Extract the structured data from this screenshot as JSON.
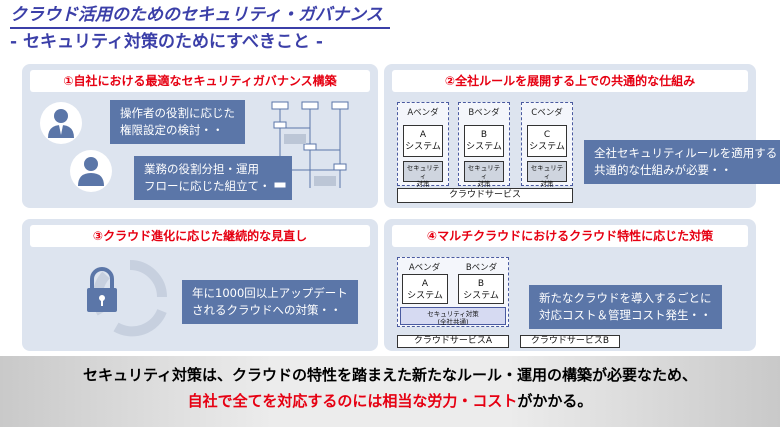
{
  "title": {
    "line1": "クラウド活用のためのセキュリティ・ガバナンス",
    "line2": "- セキュリティ対策のためにすべきこと -"
  },
  "q1": {
    "heading": "①自社における最適なセキュリティガバナンス構築",
    "bubble1_line1": "操作者の役割に応じた",
    "bubble1_line2": "権限設定の検討・・",
    "bubble2_line1": "業務の役割分担・運用",
    "bubble2_line2": "フローに応じた組立て・・"
  },
  "q2": {
    "heading": "②全社ルールを展開する上での共通的な仕組み",
    "vendors": [
      {
        "label": "Aベンダ",
        "sys_line1": "A",
        "sys_line2": "システム",
        "sec_line1": "セキュリティ",
        "sec_line2": "対策"
      },
      {
        "label": "Bベンダ",
        "sys_line1": "B",
        "sys_line2": "システム",
        "sec_line1": "セキュリティ",
        "sec_line2": "対策"
      },
      {
        "label": "Cベンダ",
        "sys_line1": "C",
        "sys_line2": "システム",
        "sec_line1": "セキュリティ",
        "sec_line2": "対策"
      }
    ],
    "cloud": "クラウドサービス",
    "bubble_line1": "全社セキュリティルールを適用する",
    "bubble_line2": "共通的な仕組みが必要・・"
  },
  "q3": {
    "heading": "③クラウド進化に応じた継続的な見直し",
    "bubble_line1": "年に1000回以上アップデート",
    "bubble_line2": "されるクラウドへの対策・・"
  },
  "q4": {
    "heading": "④マルチクラウドにおけるクラウド特性に応じた対策",
    "vendors": [
      {
        "label": "Aベンダ",
        "sys_line1": "A",
        "sys_line2": "システム"
      },
      {
        "label": "Bベンダ",
        "sys_line1": "B",
        "sys_line2": "システム"
      }
    ],
    "sec_line1": "セキュリティ対策",
    "sec_line2": "(全社共通)",
    "cloud_a": "クラウドサービスA",
    "cloud_b": "クラウドサービスB",
    "bubble_line1": "新たなクラウドを導入するごとに",
    "bubble_line2": "対応コスト＆管理コスト発生・・"
  },
  "bottom": {
    "line1": "セキュリティ対策は、クラウドの特性を踏まえた新たなルール・運用の構築が必要なため、",
    "line2_red": "自社で全てを対応するのには相当な労力・コスト",
    "line2_black": "がかかる。"
  },
  "colors": {
    "title": "#3b3fa8",
    "accent_red": "#e60012",
    "bubble": "#5b76a8",
    "panel": "#dde4ef"
  }
}
